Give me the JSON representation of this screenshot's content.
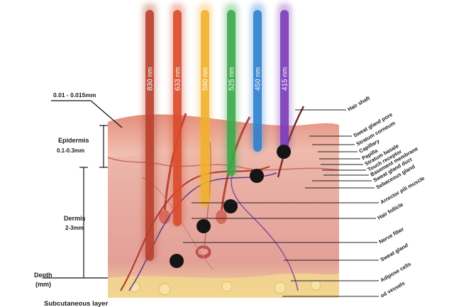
{
  "left_labels": {
    "top_thickness": "0.01 - 0.015mm",
    "epidermis": "Epidermis",
    "epidermis_thickness": "0.1-0.3mm",
    "dermis": "Dermis",
    "dermis_thickness": "2-3mm",
    "depth": "Depth",
    "depth_unit": "(mm)",
    "subcutaneous": "Subcutaneous layer"
  },
  "beams": [
    {
      "wavelength": "830 nm",
      "color": "#b8402c"
    },
    {
      "wavelength": "633 nm",
      "color": "#d84b2a"
    },
    {
      "wavelength": "590 nm",
      "color": "#f0b12a"
    },
    {
      "wavelength": "525 nm",
      "color": "#3aa94a"
    },
    {
      "wavelength": "450 nm",
      "color": "#2d7fd0"
    },
    {
      "wavelength": "415 nm",
      "color": "#7a3ab8"
    }
  ],
  "right_labels": [
    "Hair shaft",
    "Sweat gland pore",
    "Stratum corneum",
    "Capillary",
    "Papilla",
    "Stratum basale",
    "Touch receptor",
    "Basement membrane",
    "Sweat gland duct",
    "Sebaceous gland",
    "Arrector pili muscle",
    "Hair follicle",
    "Nerve fiber",
    "Sweat gland",
    "Adipose cells",
    "od vessels"
  ]
}
